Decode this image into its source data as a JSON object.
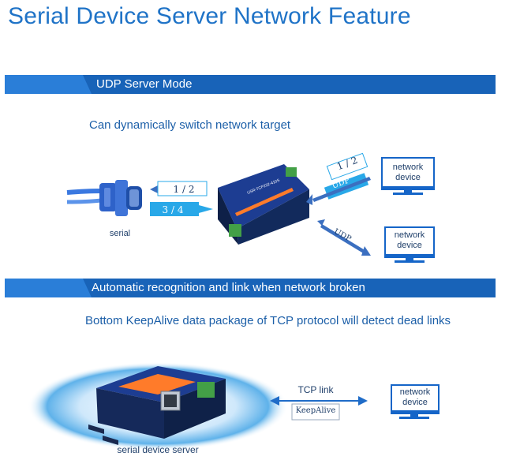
{
  "title": "Serial Device Server Network Feature",
  "section1": {
    "header": "UDP Server Mode",
    "subtitle": "Can dynamically switch network target",
    "serial_label": "serial",
    "left_arrow_top": "1 / 2",
    "left_arrow_bottom": "3 / 4",
    "right_top_numbers": "1 / 2",
    "udp_label_top": "UDP",
    "udp_label_bottom": "UDP",
    "monitor_top_label": "network\ndevice",
    "monitor_bottom_label": "network\ndevice"
  },
  "section2": {
    "header": "Automatic recognition and link when network broken",
    "subtitle": "Bottom KeepAlive data package of TCP protocol will detect dead links",
    "tcp_label": "TCP link",
    "keepalive_label": "KeepAlive",
    "monitor_label": "network\ndevice",
    "device_label": "serial device server"
  },
  "colors": {
    "band": "#2a7ed8",
    "band_tab": "#1863b8",
    "title": "#1f73c7",
    "subtitle": "#1c5fa8",
    "arrow_box": "#29a8e8",
    "monitor": "#1565c8"
  }
}
